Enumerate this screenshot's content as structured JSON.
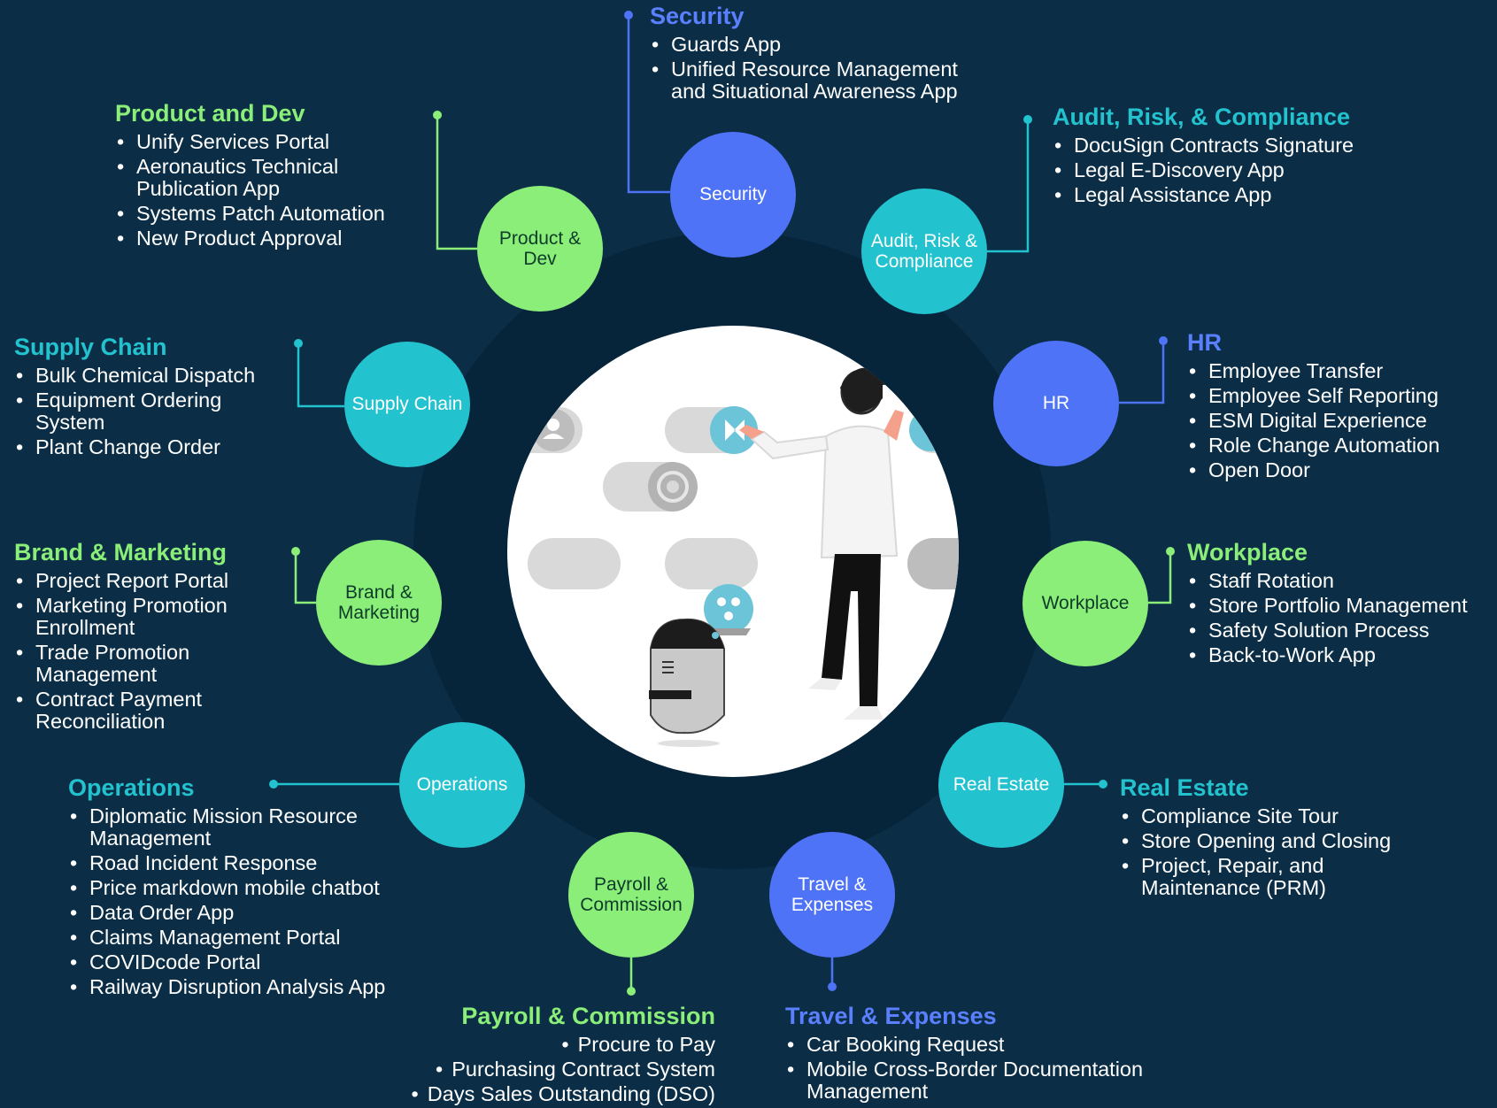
{
  "nodes": {
    "security": "Security",
    "audit": "Audit, Risk & Compliance",
    "hr": "HR",
    "workplace": "Workplace",
    "real_estate": "Real Estate",
    "travel": "Travel & Expenses",
    "payroll": "Payroll & Commission",
    "operations": "Operations",
    "brand": "Brand & Marketing",
    "supply": "Supply Chain",
    "product": "Product & Dev"
  },
  "groups": {
    "security": {
      "title": "Security",
      "items": [
        "Guards App",
        "Unified Resource Management and Situational Awareness App"
      ]
    },
    "product": {
      "title": "Product and Dev",
      "items": [
        "Unify Services Portal",
        "Aeronautics Technical Publication App",
        "Systems Patch Automation",
        "New Product Approval"
      ]
    },
    "audit": {
      "title": "Audit, Risk, & Compliance",
      "items": [
        "DocuSign Contracts Signature",
        "Legal E-Discovery App",
        "Legal Assistance App"
      ]
    },
    "supply": {
      "title": "Supply Chain",
      "items": [
        "Bulk Chemical Dispatch",
        "Equipment Ordering System",
        "Plant Change Order"
      ]
    },
    "hr": {
      "title": "HR",
      "items": [
        "Employee Transfer",
        "Employee Self Reporting",
        "ESM Digital Experience",
        "Role Change Automation",
        "Open Door"
      ]
    },
    "brand": {
      "title": "Brand & Marketing",
      "items": [
        "Project Report Portal",
        "Marketing Promotion Enrollment",
        "Trade Promotion Management",
        "Contract Payment Reconciliation"
      ]
    },
    "workplace": {
      "title": "Workplace",
      "items": [
        "Staff Rotation",
        "Store Portfolio Management",
        "Safety Solution Process",
        "Back-to-Work App"
      ]
    },
    "operations": {
      "title": "Operations",
      "items": [
        "Diplomatic Mission Resource Management",
        "Road Incident Response",
        "Price markdown mobile chatbot",
        "Data Order App",
        "Claims Management Portal",
        "COVIDcode Portal",
        "Railway Disruption Analysis App"
      ]
    },
    "real_estate": {
      "title": "Real Estate",
      "items": [
        "Compliance Site Tour",
        "Store Opening and Closing",
        "Project, Repair, and Maintenance (PRM)"
      ]
    },
    "payroll": {
      "title": "Payroll & Commission",
      "items": [
        "Procure to Pay",
        "Purchasing Contract System",
        "Days Sales Outstanding (DSO)"
      ]
    },
    "travel": {
      "title": "Travel & Expenses",
      "items": [
        "Car Booking Request",
        "Mobile Cross-Border Documentation Management"
      ]
    }
  },
  "colors": {
    "background": "#0b2e46",
    "ring": "#06243a",
    "green": "#8aee78",
    "cyan": "#23c2cf",
    "blue": "#4f73f6"
  }
}
